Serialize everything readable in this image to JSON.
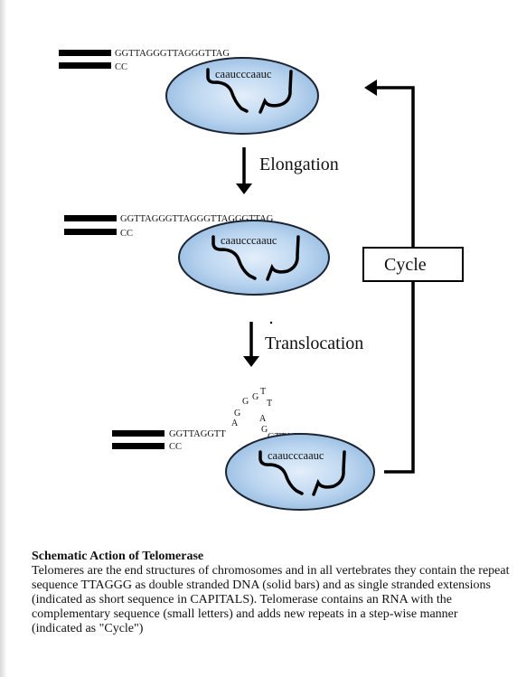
{
  "diagram": {
    "stage1": {
      "strand_top": "GGTTAGGGTTAGGGTTAG",
      "strand_bottom": "CC",
      "rna": "caaucccaauc"
    },
    "stage2": {
      "strand_top": "GGTTAGGGTTAGGGTTAGGGTTAG",
      "strand_bottom": "CC",
      "rna": "caaucccaauc"
    },
    "stage3": {
      "strand_top": "GGTTAGGTT",
      "strand_bottom": "CC",
      "loop_letters": [
        "A",
        "G",
        "G",
        "G",
        "T",
        "T",
        "A",
        "G"
      ],
      "strand_tail": "GTTAG",
      "rna": "caaucccaauc"
    },
    "steps": {
      "elongation": "Elongation",
      "translocation": "Translocation",
      "cycle": "Cycle"
    },
    "colors": {
      "ellipse_fill": "#b9d4ef",
      "ellipse_stroke": "#1a2433",
      "strand": "#000000"
    }
  },
  "caption": {
    "title": "Schematic Action of Telomerase",
    "body": "Telomeres are the end structures of chromosomes and in all vertebrates they contain the repeat sequence TTAGGG as double stranded DNA (solid bars) and as single stranded extensions (indicated as short sequence in CAPITALS). Telomerase contains an RNA with the complementary sequence (small letters) and adds new repeats in a step-wise manner (indicated as \"Cycle\")"
  }
}
